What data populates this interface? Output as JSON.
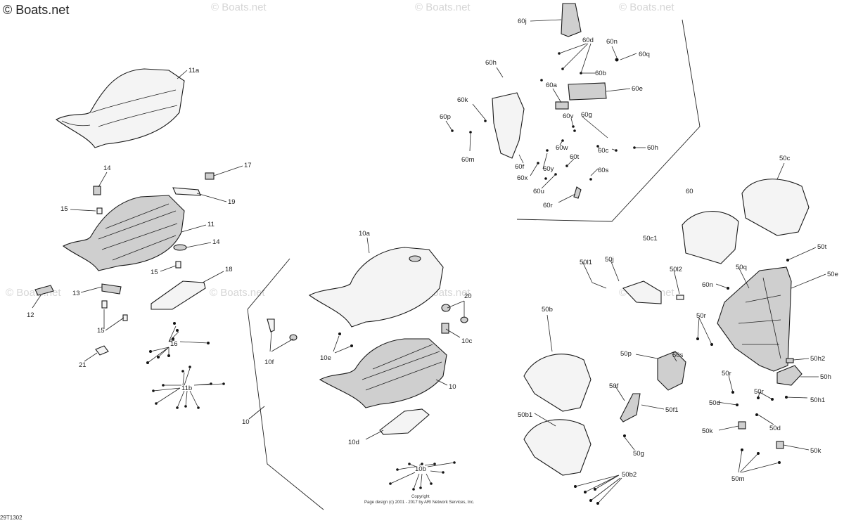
{
  "watermark_text": "© Boats.net",
  "diagram_code": "29T1302",
  "copyright_lines": [
    "Copyright",
    "Page design (c) 2001 - 2017 by ARI Network Services, Inc."
  ],
  "labels": {
    "l11a": "11a",
    "l14a": "14",
    "l17": "17",
    "l19": "19",
    "l15a": "15",
    "l11": "11",
    "l14b": "14",
    "l15b": "15",
    "l18": "18",
    "l13": "13",
    "l12": "12",
    "l15c": "15",
    "l16": "16",
    "l21": "21",
    "l11b": "11b",
    "l10": "10",
    "l10f": "10f",
    "l10a": "10a",
    "l20": "20",
    "l10c": "10c",
    "l10e": "10e",
    "l10num": "10",
    "l10d": "10d",
    "l10b": "10b",
    "l60j": "60j",
    "l60d": "60d",
    "l60n": "60n",
    "l60q": "60q",
    "l60h": "60h",
    "l60b": "60b",
    "l60e": "60e",
    "l60a": "60a",
    "l60k": "60k",
    "l60v": "60v",
    "l60g": "60g",
    "l60p": "60p",
    "l60m": "60m",
    "l60w": "60w",
    "l60c": "60c",
    "l60h2": "60h",
    "l60t": "60t",
    "l60f": "60f",
    "l60x": "60x",
    "l60y": "60y",
    "l60s": "60s",
    "l60u": "60u",
    "l60r": "60r",
    "l60": "60",
    "l50c": "50c",
    "l50c1": "50c1",
    "l50t": "50t",
    "l50l1": "50l1",
    "l50j": "50j",
    "l50l2": "50l2",
    "l50q": "50q",
    "l50e": "50e",
    "l60n2": "60n",
    "l50b": "50b",
    "l50r": "50r",
    "l50p": "50p",
    "l50s": "50s",
    "l50h2": "50h2",
    "l50h": "50h",
    "l50r2": "50r",
    "l50r3": "50r",
    "l50f": "50f",
    "l50d": "50d",
    "l50h1": "50h1",
    "l50f1": "50f1",
    "l50d2": "50d",
    "l50b1": "50b1",
    "l50k": "50k",
    "l50g": "50g",
    "l50k2": "50k",
    "l50b2": "50b2",
    "l50m": "50m"
  }
}
